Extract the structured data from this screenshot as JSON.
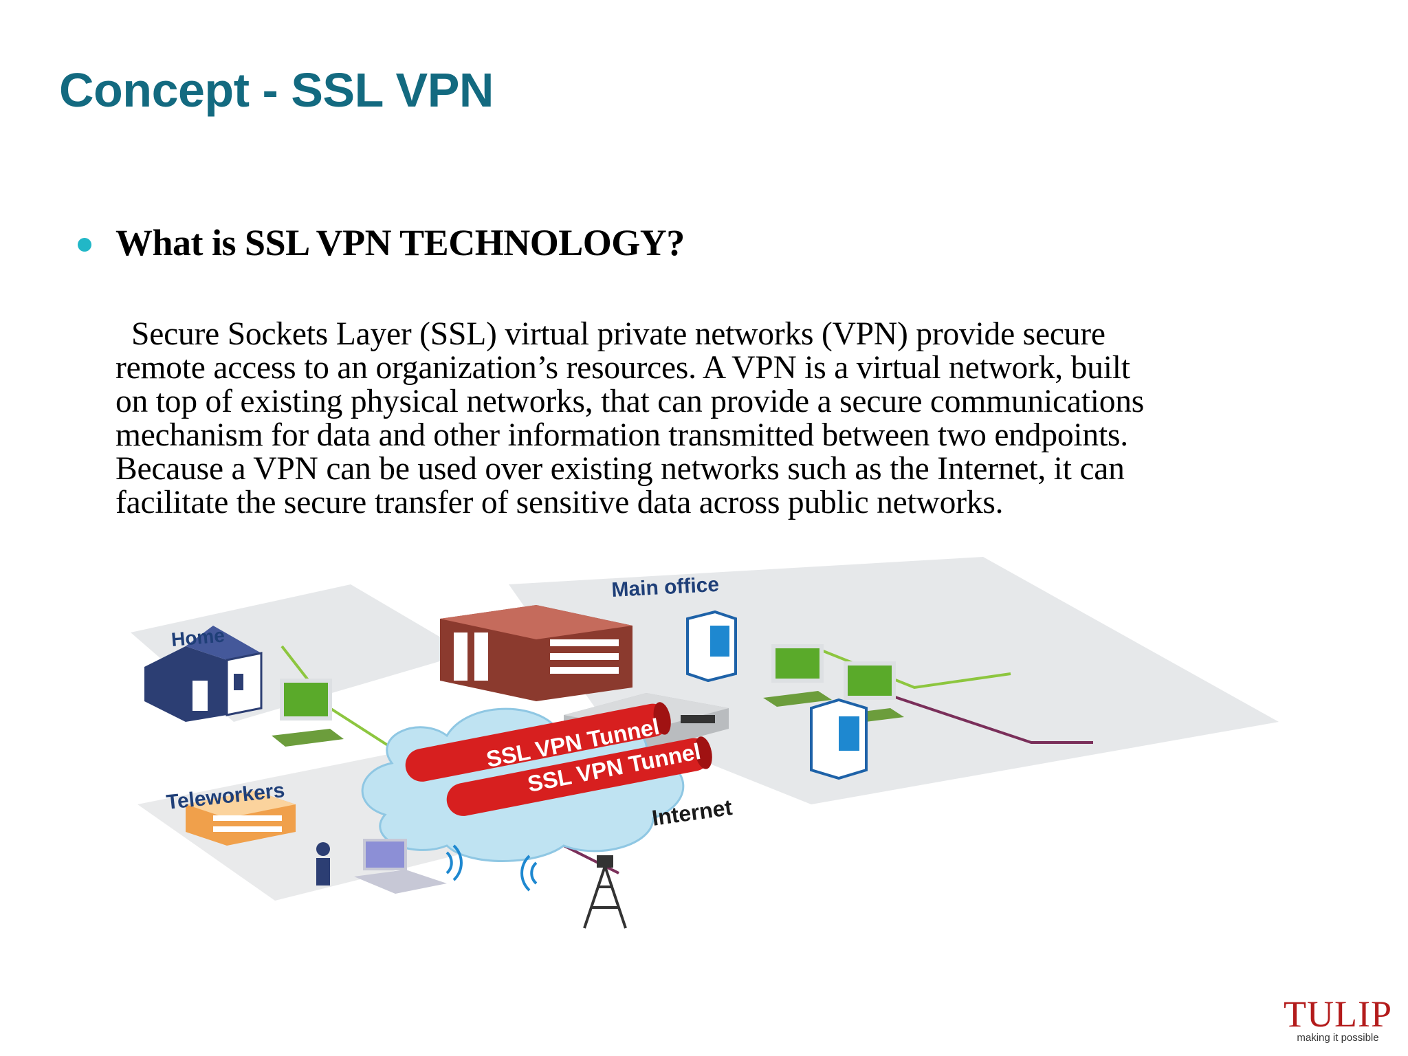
{
  "slide": {
    "title": "Concept - SSL VPN",
    "bullet_heading": "What is SSL VPN TECHNOLOGY?",
    "body_lines": [
      "Secure Sockets Layer (SSL) virtual private networks (VPN) provide secure",
      "remote access to an organization’s resources. A VPN is a virtual network, built",
      "on top of existing physical networks, that can provide a secure communications",
      "mechanism for data and other information transmitted between two endpoints.",
      "Because a VPN can be used over existing networks such as the Internet, it can",
      "facilitate the secure transfer of sensitive data across public networks."
    ]
  },
  "diagram": {
    "labels": {
      "main_office": "Main office",
      "home": "Home",
      "teleworkers": "Teleworkers",
      "tunnel_1": "SSL VPN Tunnel",
      "tunnel_2": "SSL VPN Tunnel",
      "internet": "Internet"
    }
  },
  "logo": {
    "word": "TULIP",
    "tagline": "making it possible"
  },
  "colors": {
    "title": "#136a80",
    "bullet": "#21b7c7",
    "diagram_label": "#1f3f78",
    "tunnel": "#d71f1f",
    "cloud": "#bfe3f2",
    "logo": "#b31b1b"
  }
}
